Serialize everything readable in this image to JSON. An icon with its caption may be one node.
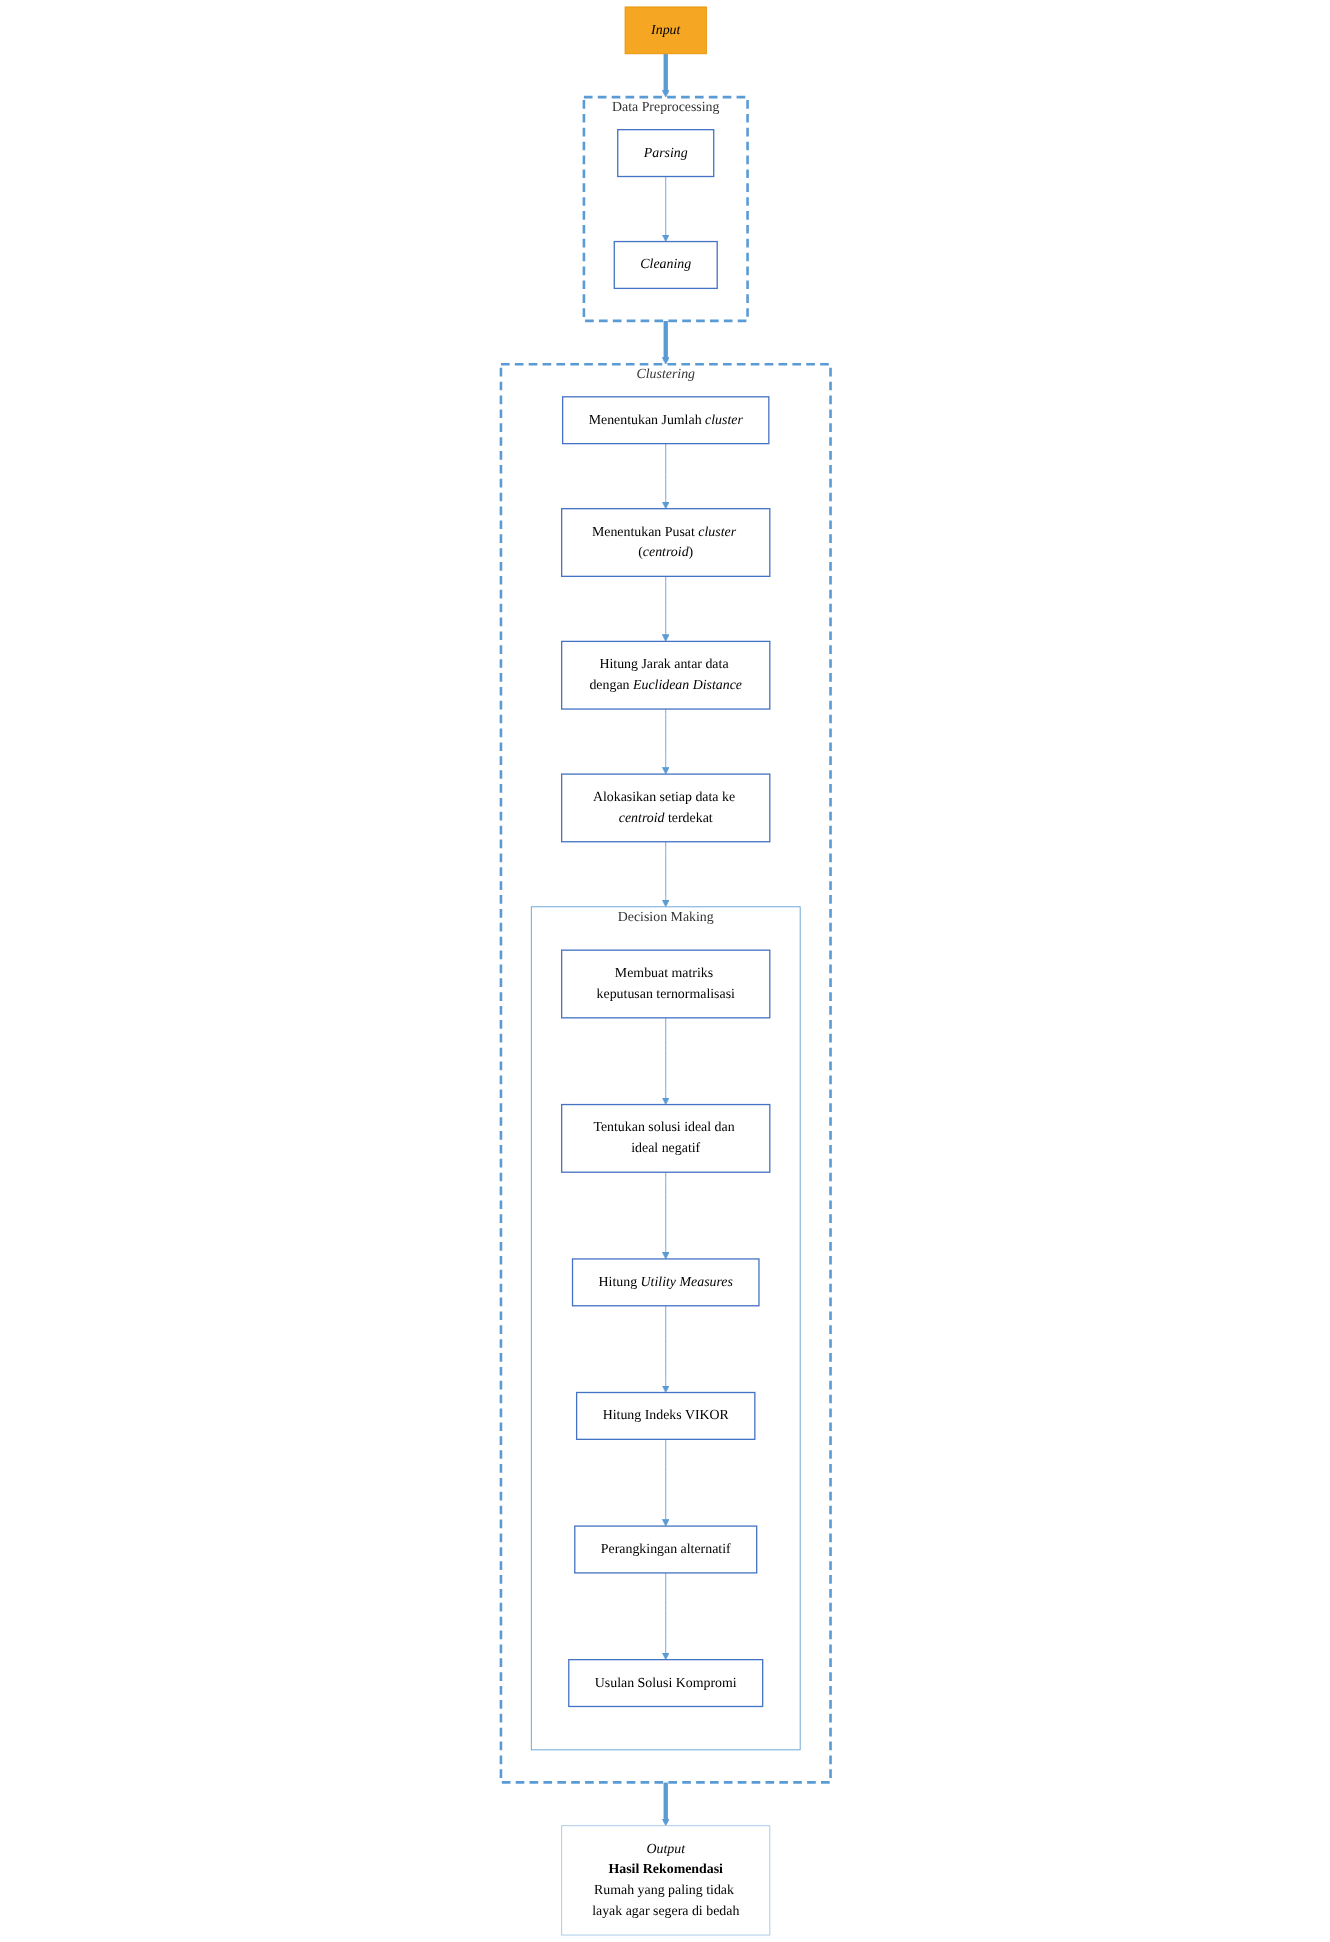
{
  "diagram": {
    "nodes": [
      {
        "text": [
          "*Input*"
        ]
      },
      {
        "text": [
          "Data Preprocessing"
        ]
      },
      {
        "text": [
          "*Parsing*"
        ],
        "in": 1
      },
      {
        "text": [
          "*Cleaning*"
        ],
        "in": 1
      },
      {
        "text": [
          "*Clustering*"
        ]
      },
      {
        "text": [
          "Menentukan Jumlah *cluster*"
        ],
        "in": 4
      },
      {
        "text": [
          "Menentukan Pusat *cluster* (*centroid*)"
        ],
        "in": 4
      },
      {
        "text": [
          "Hitung Jarak antar data dengan *Euclidean Distance*"
        ],
        "in": 4
      },
      {
        "text": [
          "Alokasikan setiap data ke *centroid* terdekat"
        ],
        "in": 4
      },
      {
        "text": [
          "Decision Making"
        ],
        "in": 4
      },
      {
        "text": [
          "Membuat matriks keputusan ternormalisasi"
        ],
        "in": 9
      },
      {
        "text": [
          "Tentukan solusi ideal dan ideal negatif"
        ],
        "in": 9
      },
      {
        "text": [
          "Hitung *Utility Measures*"
        ],
        "in": 9
      },
      {
        "text": [
          "Hitung Indeks VIKOR"
        ],
        "in": 9
      },
      {
        "text": [
          "Perangkingan alternatif"
        ],
        "in": 9
      },
      {
        "text": [
          "Usulan Solusi Kompromi"
        ],
        "in": 9
      },
      {
        "text": [
          "*Output*",
          "**Hasil Rekomendasi**",
          "Rumah yang paling tidak layak agar segera di bedah"
        ]
      }
    ],
    "edges": [
      {
        "from": 0,
        "to": 1,
        "arrow": "to",
        "style": "thick"
      },
      {
        "from": 2,
        "to": 3,
        "arrow": "to"
      },
      {
        "from": 1,
        "to": 4,
        "arrow": "to",
        "style": "thick"
      },
      {
        "from": 5,
        "to": 6,
        "arrow": "to"
      },
      {
        "from": 6,
        "to": 7,
        "arrow": "to"
      },
      {
        "from": 7,
        "to": 8,
        "arrow": "to"
      },
      {
        "from": 8,
        "to": 9,
        "arrow": "to"
      },
      {
        "from": 10,
        "to": 11,
        "arrow": "to"
      },
      {
        "from": 11,
        "to": 12,
        "arrow": "to"
      },
      {
        "from": 12,
        "to": 13,
        "arrow": "to"
      },
      {
        "from": 13,
        "to": 14,
        "arrow": "to"
      },
      {
        "from": 14,
        "to": 15,
        "arrow": "to"
      },
      {
        "from": 4,
        "to": 16,
        "arrow": "to",
        "style": "thick"
      }
    ]
  }
}
